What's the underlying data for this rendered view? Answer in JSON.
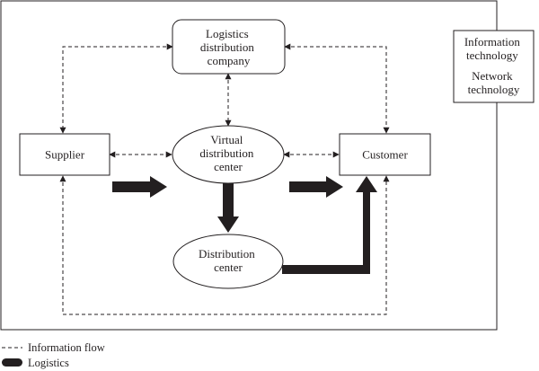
{
  "nodes": {
    "company": [
      "Logistics",
      "distribution",
      "company"
    ],
    "supplier": [
      "Supplier"
    ],
    "virtual": [
      "Virtual",
      "distribution",
      "center"
    ],
    "customer": [
      "Customer"
    ],
    "distribution": [
      "Distribution",
      "center"
    ],
    "tech": [
      "Information",
      "technology",
      "Network",
      "technology"
    ]
  },
  "legend": {
    "info_flow": "Information flow",
    "logistics": "Logistics"
  },
  "colors": {
    "ink": "#231f20",
    "background": "#ffffff"
  }
}
